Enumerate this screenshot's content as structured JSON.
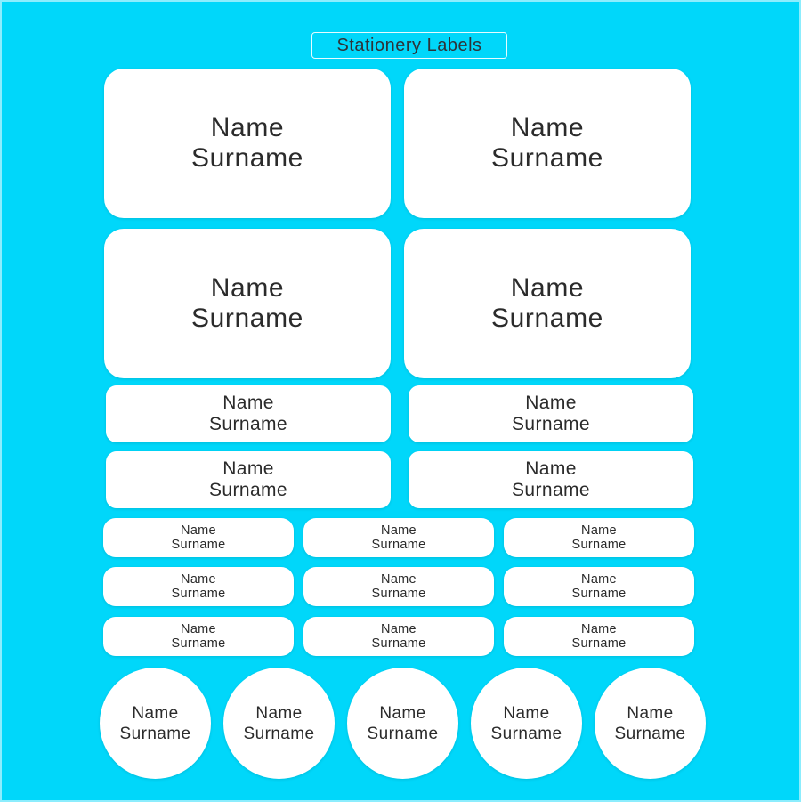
{
  "page": {
    "background_color": "#00d7fa",
    "border_color": "#8fe7f7",
    "label_fill_color": "#ffffff",
    "text_color": "#2b2b2b"
  },
  "title": {
    "text": "Stationery Labels"
  },
  "label_text": {
    "line1": "Name",
    "line2": "Surname"
  },
  "sections": [
    {
      "id": "large-row-1",
      "shape": "rounded-rectangle",
      "size": "large",
      "columns": 2
    },
    {
      "id": "large-row-2",
      "shape": "rounded-rectangle",
      "size": "large",
      "columns": 2
    },
    {
      "id": "medium-row-1",
      "shape": "rounded-rectangle",
      "size": "medium",
      "columns": 2
    },
    {
      "id": "medium-row-2",
      "shape": "rounded-rectangle",
      "size": "medium",
      "columns": 2
    },
    {
      "id": "small-row-1",
      "shape": "rounded-rectangle",
      "size": "small",
      "columns": 3
    },
    {
      "id": "small-row-2",
      "shape": "rounded-rectangle",
      "size": "small",
      "columns": 3
    },
    {
      "id": "small-row-3",
      "shape": "rounded-rectangle",
      "size": "small",
      "columns": 3
    },
    {
      "id": "circle-row",
      "shape": "circle",
      "size": "circle",
      "columns": 5
    }
  ],
  "totals": {
    "label_count": 22,
    "large_labels": 4,
    "medium_labels": 4,
    "small_labels": 9,
    "circle_labels": 5
  }
}
